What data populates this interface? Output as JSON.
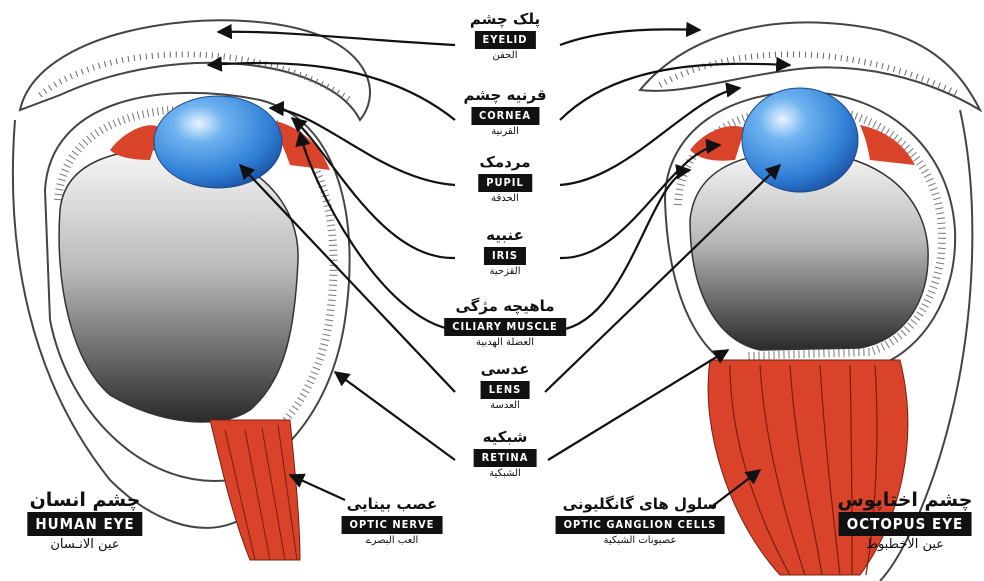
{
  "labels": {
    "eyelid": {
      "fa": "پلک چشم",
      "en": "EYELID",
      "ar": "الجفن"
    },
    "cornea": {
      "fa": "قرنیه چشم",
      "en": "CORNEA",
      "ar": "القرنية"
    },
    "pupil": {
      "fa": "مردمک",
      "en": "PUPIL",
      "ar": "الحدقة"
    },
    "iris": {
      "fa": "عنبیه",
      "en": "IRIS",
      "ar": "القزحية"
    },
    "ciliary": {
      "fa": "ماهیچه مژگی",
      "en": "CILIARY MUSCLE",
      "ar": "العضلة الهدبية"
    },
    "lens": {
      "fa": "عدسی",
      "en": "LENS",
      "ar": "العدسة"
    },
    "retina": {
      "fa": "شبکیه",
      "en": "RETINA",
      "ar": "الشبكية"
    },
    "optic_nerve": {
      "fa": "عصب بینایی",
      "en": "OPTIC NERVE",
      "ar": "العب البصرے"
    },
    "ganglion": {
      "fa": "سلول های گانگلیونی",
      "en": "OPTIC GANGLION CELLS",
      "ar": "عصبونات الشبكية"
    }
  },
  "titles": {
    "human": {
      "fa": "چشم انسان",
      "en": "HUMAN EYE",
      "ar": "عين الانـسان"
    },
    "octopus": {
      "fa": "چشم اختاپوس",
      "en": "OCTOPUS EYE",
      "ar": "عين الأخطبوط"
    }
  },
  "colors": {
    "lens": "#2f7fd6",
    "muscle": "#d8432a",
    "ink": "#111111",
    "outline": "#444444"
  }
}
